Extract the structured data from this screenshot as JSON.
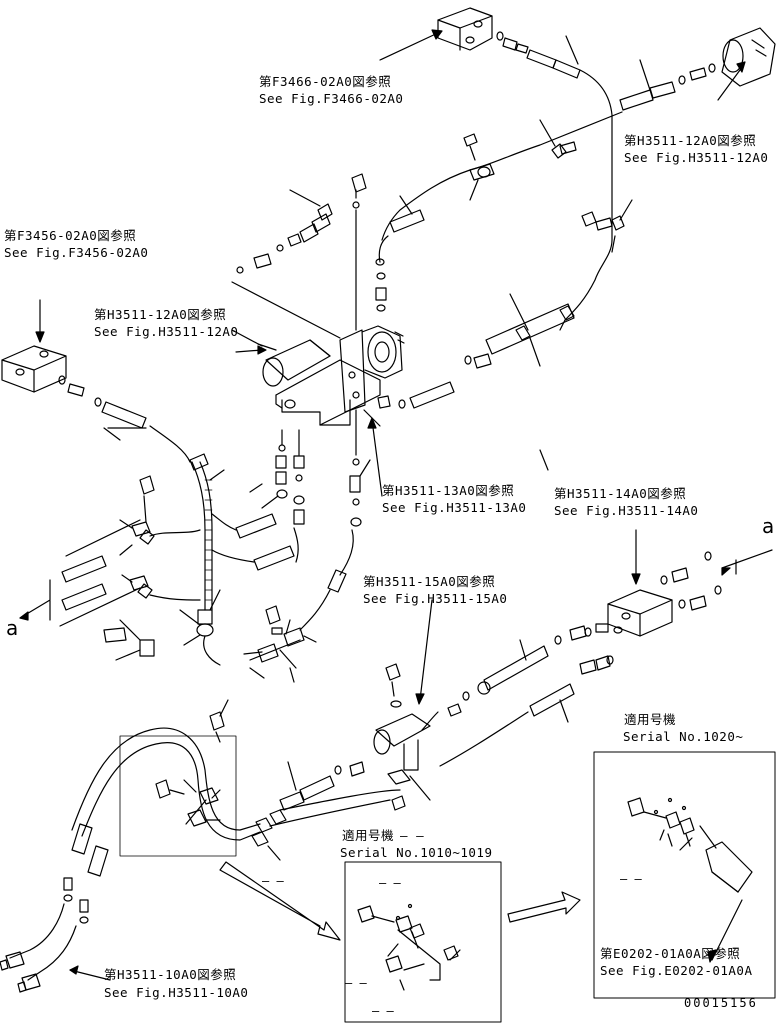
{
  "refs": [
    {
      "id": "f3466",
      "jp": "第F3466-02A0図参照",
      "en": "See Fig.F3466-02A0"
    },
    {
      "id": "h3511_12_top",
      "jp": "第H3511-12A0図参照",
      "en": "See Fig.H3511-12A0"
    },
    {
      "id": "f3456",
      "jp": "第F3456-02A0図参照",
      "en": "See Fig.F3456-02A0"
    },
    {
      "id": "h3511_12_mid",
      "jp": "第H3511-12A0図参照",
      "en": "See Fig.H3511-12A0"
    },
    {
      "id": "h3511_13",
      "jp": "第H3511-13A0図参照",
      "en": "See Fig.H3511-13A0"
    },
    {
      "id": "h3511_14",
      "jp": "第H3511-14A0図参照",
      "en": "See Fig.H3511-14A0"
    },
    {
      "id": "h3511_15",
      "jp": "第H3511-15A0図参照",
      "en": "See Fig.H3511-15A0"
    },
    {
      "id": "h3511_10",
      "jp": "第H3511-10A0図参照",
      "en": "See Fig.H3511-10A0"
    },
    {
      "id": "e0202",
      "jp": "第E0202-01A0A図参照",
      "en": "See Fig.E0202-01A0A"
    }
  ],
  "serial_1": {
    "jp": "適用号機",
    "en": "Serial No.1010~1019"
  },
  "serial_2": {
    "jp": "適用号機",
    "en": "Serial No.1020~"
  },
  "marker_a": "a",
  "dash": "– –",
  "drawing_number": "00015156"
}
